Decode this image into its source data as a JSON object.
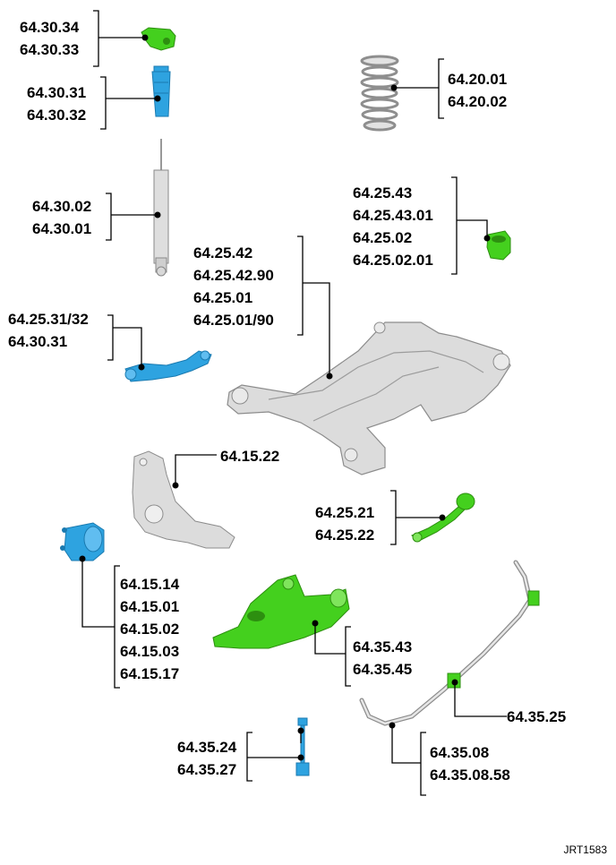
{
  "colors": {
    "green": "#44d01e",
    "blue": "#2ea3e0",
    "grey": "#d6d6d6",
    "line": "#000000"
  },
  "callouts": {
    "top_mount": [
      "64.30.34",
      "64.30.33"
    ],
    "bump_stop": [
      "64.30.31",
      "64.30.32"
    ],
    "shock_absorber": [
      "64.30.02",
      "64.30.01"
    ],
    "upper_arm": [
      "64.25.31/32",
      "64.30.31"
    ],
    "spring": [
      "64.20.01",
      "64.20.02"
    ],
    "subframe_bush": [
      "64.25.43",
      "64.25.43.01",
      "64.25.02",
      "64.25.02.01"
    ],
    "subframe": [
      "64.25.42",
      "64.25.42.90",
      "64.25.01",
      "64.25.01/90"
    ],
    "knuckle": [
      "64.15.22"
    ],
    "toe_link": [
      "64.25.21",
      "64.25.22"
    ],
    "hub_bearing": [
      "64.15.14",
      "64.15.01",
      "64.15.02",
      "64.15.03",
      "64.15.17"
    ],
    "lower_arm": [
      "64.35.43",
      "64.35.45"
    ],
    "stabilizer_link": [
      "64.35.24",
      "64.35.27"
    ],
    "stabilizer_bush": [
      "64.35.25"
    ],
    "stabilizer_bar": [
      "64.35.08",
      "64.35.08.58"
    ]
  },
  "reference": "JRT1583"
}
